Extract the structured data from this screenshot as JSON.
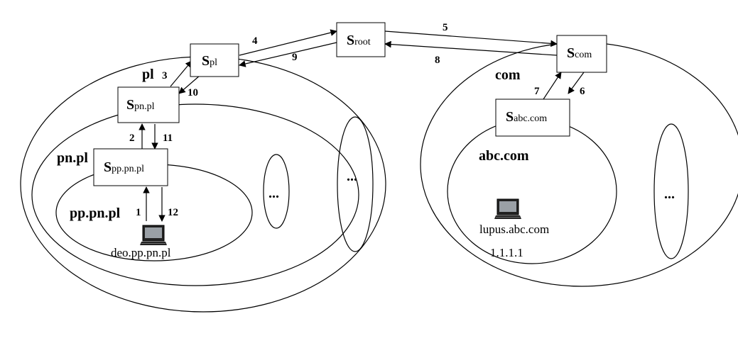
{
  "servers": {
    "root": {
      "letter": "S",
      "sub": "root"
    },
    "pl": {
      "letter": "S",
      "sub": "pl"
    },
    "pnpl": {
      "letter": "S",
      "sub": "pn.pl"
    },
    "pppnpl": {
      "letter": "S",
      "sub": "pp.pn.pl"
    },
    "com": {
      "letter": "S",
      "sub": "com"
    },
    "abccom": {
      "letter": "S",
      "sub": "abc.com"
    }
  },
  "domains": {
    "pl": "pl",
    "pnpl": "pn.pl",
    "pppnpl": "pp.pn.pl",
    "com": "com",
    "abccom": "abc.com"
  },
  "ellipsis": "...",
  "hosts": {
    "deo": "deo.pp.pn.pl",
    "lupus": "lupus.abc.com",
    "lupus_ip": "1.1.1.1"
  },
  "steps": [
    "1",
    "2",
    "3",
    "4",
    "5",
    "6",
    "7",
    "8",
    "9",
    "10",
    "11",
    "12"
  ]
}
